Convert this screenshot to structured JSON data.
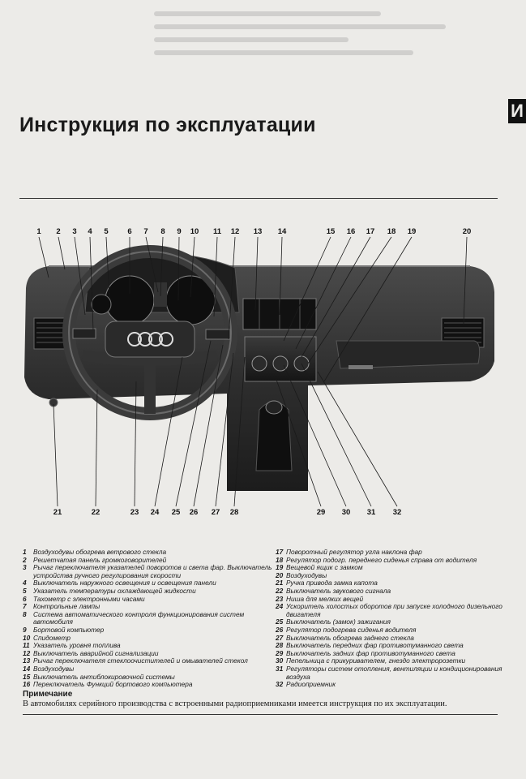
{
  "page": {
    "side_mark": "И",
    "title": "Инструкция по эксплуатации"
  },
  "figure": {
    "top_numbers": [
      "1",
      "2",
      "3",
      "4",
      "5",
      "6",
      "7",
      "8",
      "9",
      "10",
      "11",
      "12",
      "13",
      "14",
      "15",
      "16",
      "17",
      "18",
      "19",
      "20"
    ],
    "bottom_numbers": [
      "21",
      "22",
      "23",
      "24",
      "25",
      "26",
      "27",
      "28",
      "29",
      "30",
      "31",
      "32"
    ]
  },
  "legend": {
    "left": [
      {
        "n": "1",
        "t": "Воздуходувы обогрева ветрового стекла"
      },
      {
        "n": "2",
        "t": "Решетчатая панель громкоговорителей"
      },
      {
        "n": "3",
        "t": "Рычаг переключателя указателей поворотов и света фар. Выключатель устройства ручного регулирования скорости"
      },
      {
        "n": "4",
        "t": "Выключатель наружного освещения и освещения панели"
      },
      {
        "n": "5",
        "t": "Указатель температуры охлаждающей жидкости"
      },
      {
        "n": "6",
        "t": "Тахометр с электронными часами"
      },
      {
        "n": "7",
        "t": "Контрольные лампы"
      },
      {
        "n": "8",
        "t": "Система автоматического контроля функционирования систем автомобиля"
      },
      {
        "n": "9",
        "t": "Бортовой компьютер"
      },
      {
        "n": "10",
        "t": "Спидометр"
      },
      {
        "n": "11",
        "t": "Указатель уровня топлива"
      },
      {
        "n": "12",
        "t": "Выключатель аварийной сигнализации"
      },
      {
        "n": "13",
        "t": "Рычаг переключателя стеклоочистителей и омывателей стекол"
      },
      {
        "n": "14",
        "t": "Воздуходувы"
      },
      {
        "n": "15",
        "t": "Выключатель антиблокировочной системы"
      },
      {
        "n": "16",
        "t": "Переключатель Функций бортового компьютера"
      }
    ],
    "right": [
      {
        "n": "17",
        "t": "Поворотный регулятор угла наклона фар"
      },
      {
        "n": "18",
        "t": "Регулятор подогр. переднего сиденья справа от водителя"
      },
      {
        "n": "19",
        "t": "Вещевой ящик с замком"
      },
      {
        "n": "20",
        "t": "Воздуходувы"
      },
      {
        "n": "21",
        "t": "Ручка привода замка капота"
      },
      {
        "n": "22",
        "t": "Выключатель звукового сигнала"
      },
      {
        "n": "23",
        "t": "Ниша для мелких вещей"
      },
      {
        "n": "24",
        "t": "Ускоритель холостых оборотов при запуске холодного дизельного двигателя"
      },
      {
        "n": "25",
        "t": "Выключатель (замок) зажигания"
      },
      {
        "n": "26",
        "t": "Регулятор подогрева сиденья водителя"
      },
      {
        "n": "27",
        "t": "Выключатель обогрева заднего стекла"
      },
      {
        "n": "28",
        "t": "Выключатель передних фар противотуманного света"
      },
      {
        "n": "29",
        "t": "Выключатель задних фар противотуманного света"
      },
      {
        "n": "30",
        "t": "Пепельница с прикуривателем, гнездо электророзетки"
      },
      {
        "n": "31",
        "t": "Регуляторы систем отопления, вентиляции и кондиционирования воздуха"
      },
      {
        "n": "32",
        "t": "Радиоприемник"
      }
    ]
  },
  "note": {
    "heading": "Примечание",
    "text": "В автомобилях серийного производства с встроенными    радиоприемниками имеется инструкция по их эксплуатации."
  }
}
